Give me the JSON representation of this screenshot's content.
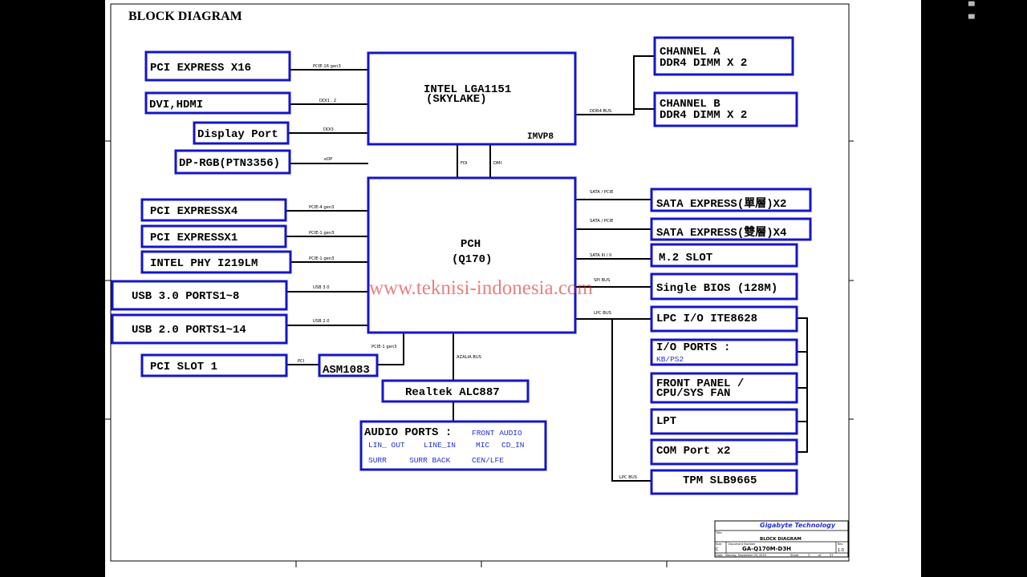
{
  "title": "BLOCK DIAGRAM",
  "watermark": "www.teknisi-indonesia.com",
  "cpu": {
    "name": "INTEL LGA1151",
    "sub": "(SKYLAKE)",
    "vr": "IMVP8"
  },
  "pch": {
    "name": "PCH",
    "sub": "(Q170)"
  },
  "blocks": {
    "pcie_x16": "PCI EXPRESS X16",
    "dvi_hdmi": "DVI,HDMI",
    "display_port": "Display Port",
    "dp_rgb": "DP-RGB(PTN3356)",
    "pcie_x4": "PCI EXPRESSX4",
    "pcie_x1": "PCI EXPRESSX1",
    "intel_phy": "INTEL PHY I219LM",
    "usb30": "USB 3.0 PORTS1~8",
    "usb20": "USB 2.0 PORTS1~14",
    "pci_slot": "PCI SLOT 1",
    "asm1083": "ASM1083",
    "realtek": "Realtek ALC887",
    "channel_a_1": "CHANNEL A",
    "channel_a_2": "DDR4  DIMM X 2",
    "channel_b_1": "CHANNEL B",
    "channel_b_2": "DDR4 DIMM X 2",
    "sata_exp_1": "SATA EXPRESS(單層)X2",
    "sata_exp_2": "SATA EXPRESS(雙層)X4",
    "m2": "M.2 SLOT",
    "bios": "Single BIOS (128M)",
    "lpc_io": "LPC I/O ITE8628",
    "io_ports": "I/O PORTS :",
    "io_ports_sub": "KB/PS2",
    "front_panel_1": "FRONT PANEL /",
    "front_panel_2": "CPU/SYS FAN",
    "lpt": "LPT",
    "com": "COM Port x2",
    "tpm": "TPM SLB9665"
  },
  "audio": {
    "title": "AUDIO PORTS :",
    "front": "FRONT AUDIO",
    "lin_out": "LIN_ OUT",
    "line_in": "LINE_IN",
    "mic": "MIC",
    "cd_in": "CD_IN",
    "surr": "SURR",
    "surr_back": "SURR BACK",
    "cen_lfe": "CEN/LFE"
  },
  "buses": {
    "pcie16": "PCIE-16 gen3",
    "ddi12": "DDI1 , 2",
    "ddi3": "DDI3",
    "edp": "eDP",
    "ddr4": "DDR4 BUS",
    "fdi": "FDI",
    "dmi": "DMI",
    "pcie4": "PCIE-4 gen3",
    "pcie1a": "PCIE-1 gen3",
    "pcie1b": "PCIE-1 gen3",
    "usb30": "USB 3.0",
    "usb20": "USB 2.0",
    "pcie1c": "PCIE-1 gen3",
    "pci": "PCI",
    "azalia": "AZALIA BUS",
    "sata_pcie_1": "SATA / PCIE",
    "sata_pcie_2": "SATA / PCIE",
    "sata3": "SATA III / II",
    "spi": "SPI BUS",
    "lpc1": "LPC BUS",
    "lpc2": "LPC BUS"
  },
  "title_block": {
    "company": "Gigabyte Technology",
    "title_label": "Title",
    "doc_title": "BLOCK DIAGRAM",
    "size_label": "Size",
    "size": "C",
    "docno_label": "Document Number",
    "docno": "GA-Q170M-D3H",
    "rev_label": "Rev",
    "rev": "1.0",
    "date_label": "Date:",
    "date": "Monday, November 09, 2015",
    "sheet_label": "Sheet",
    "sheet_of": "3",
    "of_label": "of",
    "sheet_total": "57"
  },
  "colors": {
    "box_border": "#1515c8",
    "line": "#000000",
    "sub_text": "#2430d8",
    "watermark": "#d81818"
  },
  "expand_icon": "expand-icon"
}
